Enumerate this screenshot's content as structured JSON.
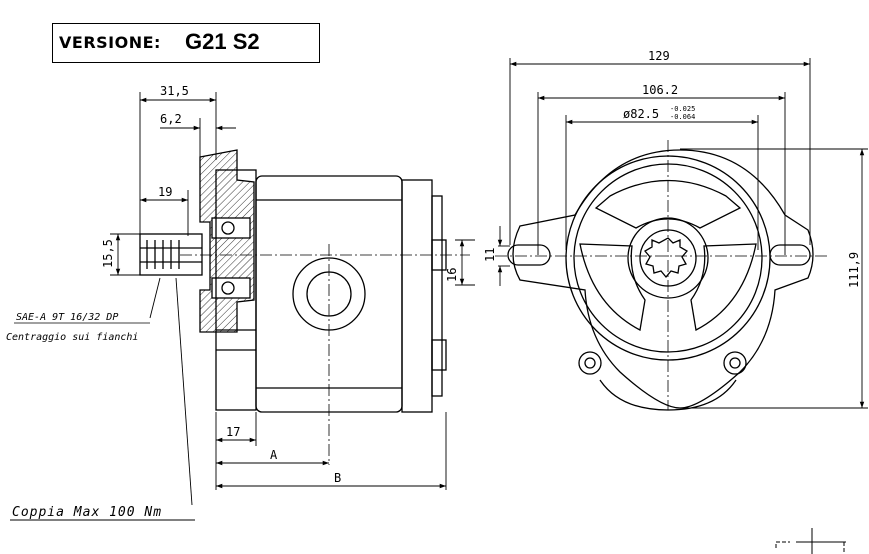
{
  "title": {
    "label": "VERSIONE:",
    "value": "G21 S2"
  },
  "dimensions": {
    "d129": "129",
    "d106": "106.2",
    "d82": "ø82.5",
    "d82_tol_upper": "-0.025",
    "d82_tol_lower": "-0.064",
    "d111": "111,9",
    "d31": "31,5",
    "d6": "6,2",
    "d19": "19",
    "d15": "15,5",
    "d16": "16",
    "d11": "11",
    "d17": "17",
    "dA": "A",
    "dB": "B"
  },
  "notes": {
    "spline": "SAE-A 9T 16/32 DP",
    "centering": "Centraggio sui fianchi",
    "torque": "Coppia Max 100 Nm"
  }
}
